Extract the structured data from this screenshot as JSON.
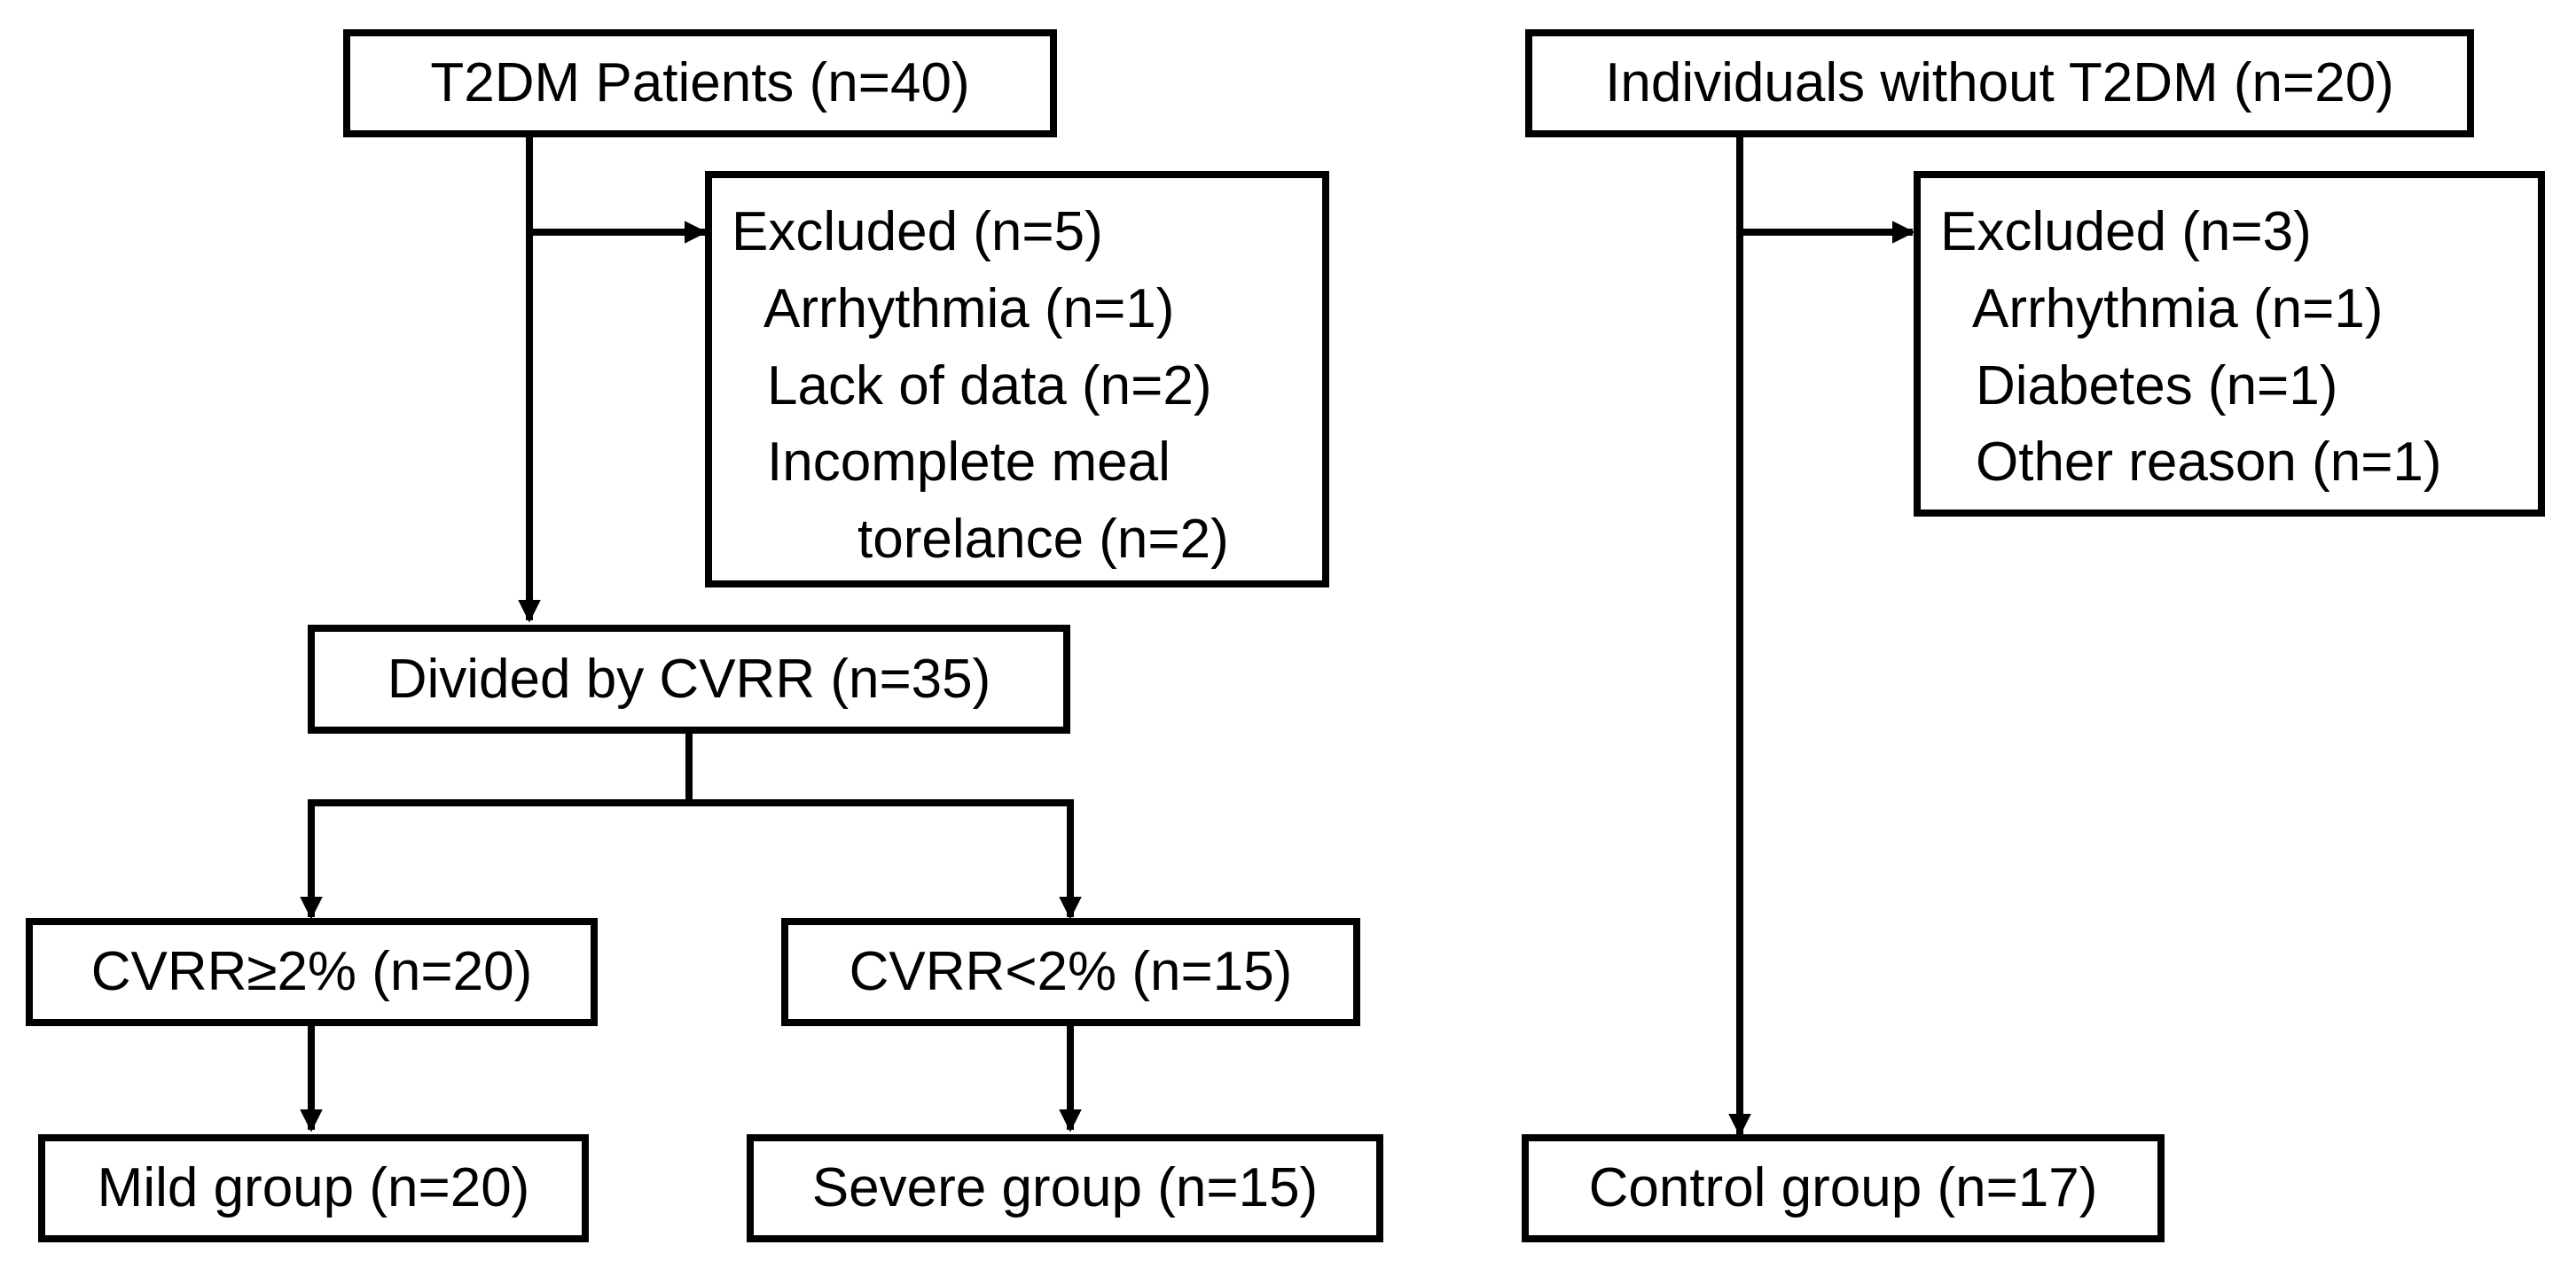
{
  "colors": {
    "stroke": "#000000",
    "background": "#ffffff",
    "text": "#000000"
  },
  "left": {
    "top": "T2DM Patients (n=40)",
    "excluded": {
      "header": "Excluded (n=5)",
      "items": [
        "Arrhythmia (n=1)",
        "Lack of data (n=2)",
        "Incomplete meal",
        "torelance (n=2)"
      ]
    },
    "divided": "Divided by CVRR (n=35)",
    "branch_high": "CVRR≥2% (n=20)",
    "branch_low": "CVRR<2% (n=15)",
    "mild": "Mild group (n=20)",
    "severe": "Severe group (n=15)"
  },
  "right": {
    "top": "Individuals without T2DM (n=20)",
    "excluded": {
      "header": "Excluded (n=3)",
      "items": [
        "Arrhythmia (n=1)",
        "Diabetes (n=1)",
        "Other reason (n=1)"
      ]
    },
    "control": "Control group (n=17)"
  }
}
